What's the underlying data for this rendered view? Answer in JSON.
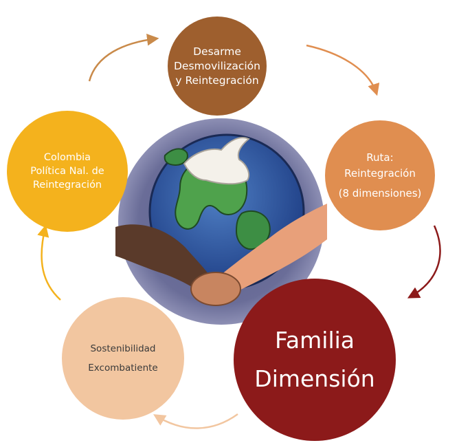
{
  "nodes": {
    "ddr": {
      "line1": "Desarme",
      "line2": "Desmovilización",
      "line3": "y Reintegración",
      "color": "#9e5f2e"
    },
    "ruta": {
      "line1": "Ruta:",
      "line2": "Reintegración",
      "line3": "(8 dimensiones)",
      "color": "#e08e50"
    },
    "familia": {
      "line1": "Familia",
      "line2": "Dimensión",
      "color": "#8c1a1a"
    },
    "sostenibilidad": {
      "line1": "Sostenibilidad",
      "line2": "Excombatiente",
      "color": "#f2c6a0"
    },
    "colombia": {
      "line1": "Colombia",
      "line2": "Política Nal. de",
      "line3": "Reintegración",
      "color": "#f4b21d"
    }
  },
  "center_image": {
    "subject": "globe-with-dove-and-handshake"
  },
  "arrow_color_scheme": [
    "#c98a4a",
    "#e08e50",
    "#8c1a1a",
    "#f2c6a0",
    "#f4b21d"
  ]
}
